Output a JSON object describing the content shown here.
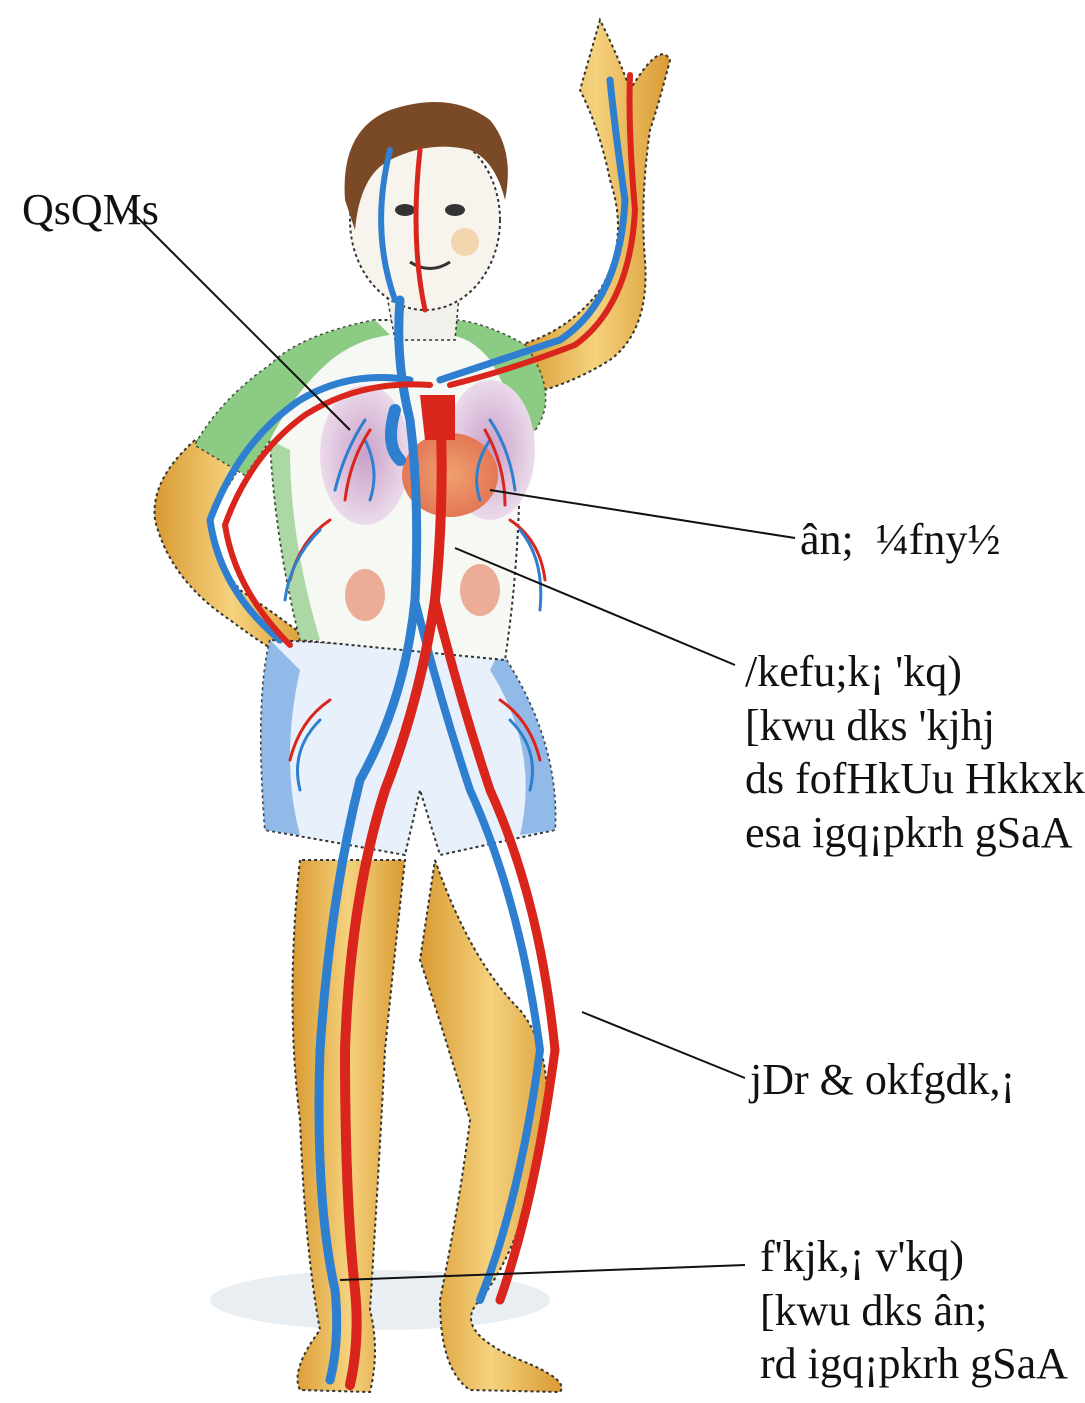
{
  "diagram": {
    "subject": "human-circulatory-system",
    "colors": {
      "artery": "#d9251c",
      "vein": "#2f7fd0",
      "skin": "#e9b04a",
      "shirt": "#6fc06a",
      "shorts": "#6ea3e0",
      "hair": "#6b3d1e",
      "leader_line": "#111111"
    },
    "labels": {
      "lungs": "QsQMs",
      "heart": "ân;  ¼fny½",
      "artery": "/kefu;k¡ 'kq)\n[kwu dks 'kjhj\nds fofHkUu Hkkxksa\nesa igq¡pkrh gSaA",
      "leg": "jDr & okfgdk,¡",
      "vein": "f'kjk,¡ v'kq)\n[kwu dks ân;\nrd igq¡pkrh gSaA"
    }
  }
}
